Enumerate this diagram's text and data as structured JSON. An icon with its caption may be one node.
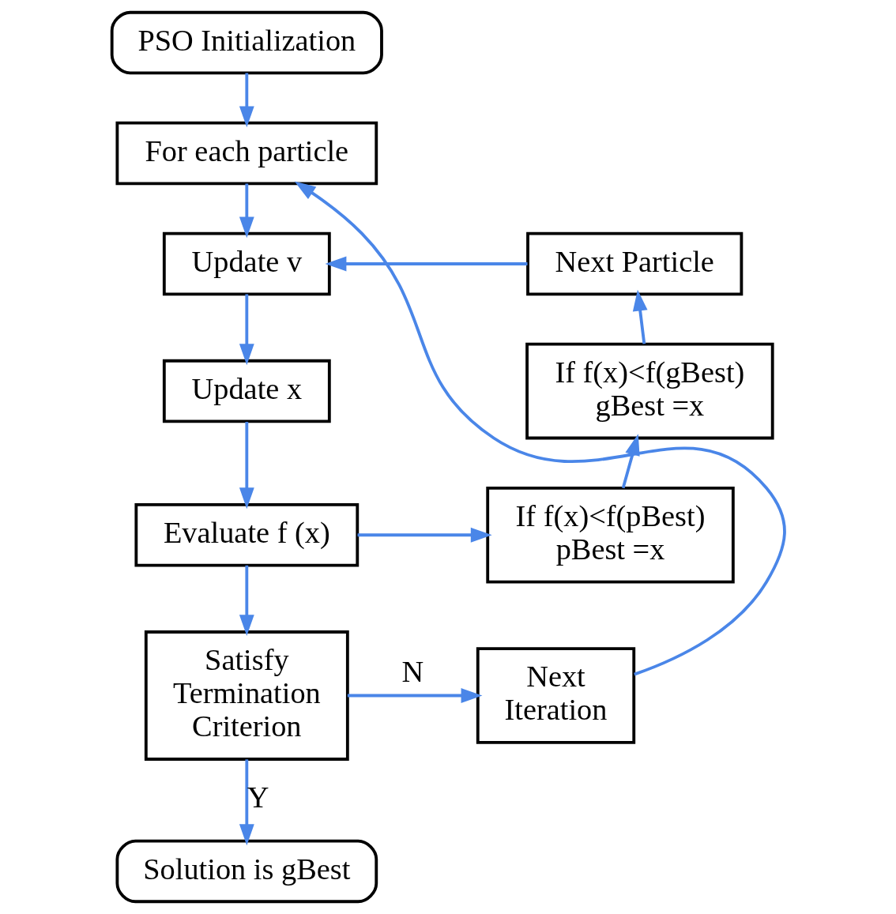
{
  "diagram": {
    "nodes": [
      {
        "text": [
          "PSO Initialization"
        ]
      },
      {
        "text": [
          "For each particle"
        ]
      },
      {
        "text": [
          "Update v"
        ]
      },
      {
        "text": [
          "Next Particle"
        ]
      },
      {
        "text": [
          "Update x"
        ]
      },
      {
        "text": [
          "If f(x)<f(gBest) gBest =x"
        ]
      },
      {
        "text": [
          "Evaluate f (x)"
        ]
      },
      {
        "text": [
          "If f(x)<f(pBest) pBest =x"
        ]
      },
      {
        "text": [
          "Satisfy Termination Criterion"
        ]
      },
      {
        "text": [
          "Next Iteration"
        ]
      },
      {
        "text": [
          "Solution is gBest"
        ]
      }
    ],
    "edges": [
      {
        "from": 0,
        "to": 1,
        "arrow": "to"
      },
      {
        "from": 1,
        "to": 2,
        "arrow": "to"
      },
      {
        "from": 2,
        "to": 4,
        "arrow": "to"
      },
      {
        "from": 4,
        "to": 6,
        "arrow": "to"
      },
      {
        "from": 6,
        "to": 7,
        "arrow": "to"
      },
      {
        "from": 7,
        "to": 5,
        "arrow": "to"
      },
      {
        "from": 5,
        "to": 3,
        "arrow": "to"
      },
      {
        "from": 3,
        "to": 2,
        "arrow": "to"
      },
      {
        "from": 6,
        "to": 8,
        "arrow": "to"
      },
      {
        "from": 8,
        "to": 9,
        "label": "N",
        "arrow": "to"
      },
      {
        "from": 9,
        "to": 1,
        "arrow": "to"
      },
      {
        "from": 8,
        "to": 10,
        "label": "Y",
        "arrow": "to"
      }
    ]
  }
}
